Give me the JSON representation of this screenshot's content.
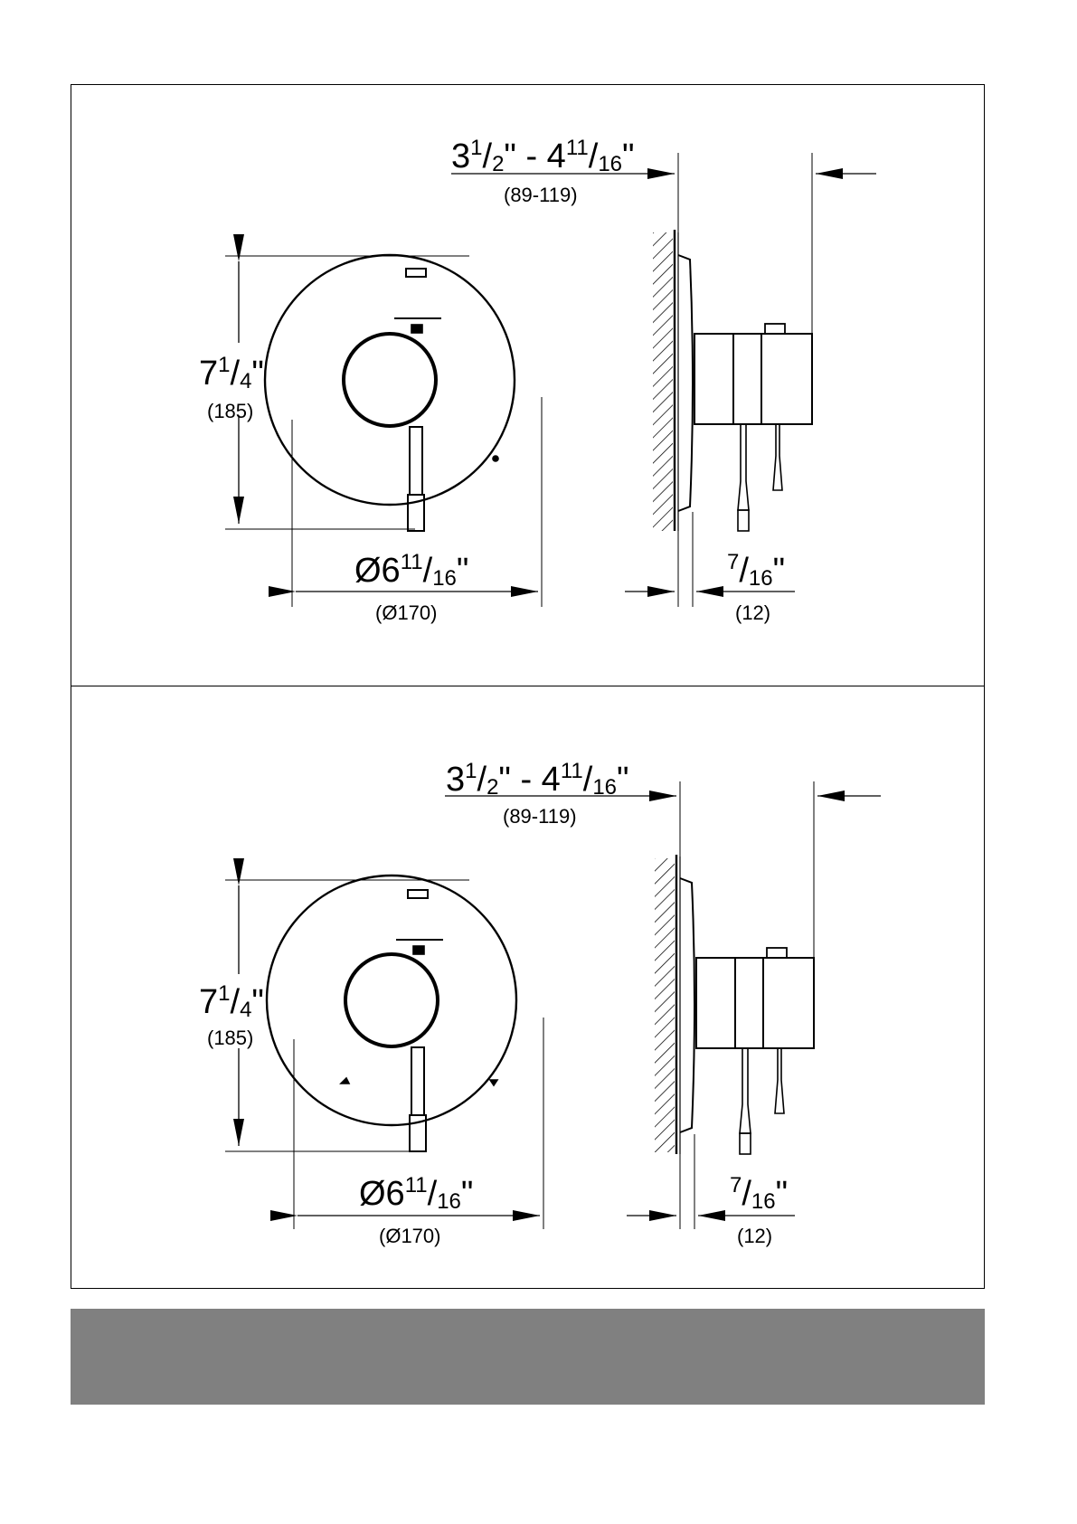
{
  "panels": [
    {
      "depth": {
        "whole": "3",
        "num1": "1",
        "den1": "2",
        "sep": "\" - 4",
        "num2": "11",
        "den2": "16",
        "end": "\"",
        "metric": "(89-119)"
      },
      "height": {
        "whole": "7",
        "num": "1",
        "den": "4",
        "end": "\"",
        "metric": "(185)"
      },
      "diameter": {
        "whole": "Ø6",
        "num": "11",
        "den": "16",
        "end": "\"",
        "metric": "(Ø170)"
      },
      "offset": {
        "num": "7",
        "den": "16",
        "end": "\"",
        "metric": "(12)"
      }
    },
    {
      "depth": {
        "whole": "3",
        "num1": "1",
        "den1": "2",
        "sep": "\" - 4",
        "num2": "11",
        "den2": "16",
        "end": "\"",
        "metric": "(89-119)"
      },
      "height": {
        "whole": "7",
        "num": "1",
        "den": "4",
        "end": "\"",
        "metric": "(185)"
      },
      "diameter": {
        "whole": "Ø6",
        "num": "11",
        "den": "16",
        "end": "\"",
        "metric": "(Ø170)"
      },
      "offset": {
        "num": "7",
        "den": "16",
        "end": "\"",
        "metric": "(12)"
      }
    }
  ],
  "colors": {
    "line": "#000000",
    "footer": "#808080"
  }
}
